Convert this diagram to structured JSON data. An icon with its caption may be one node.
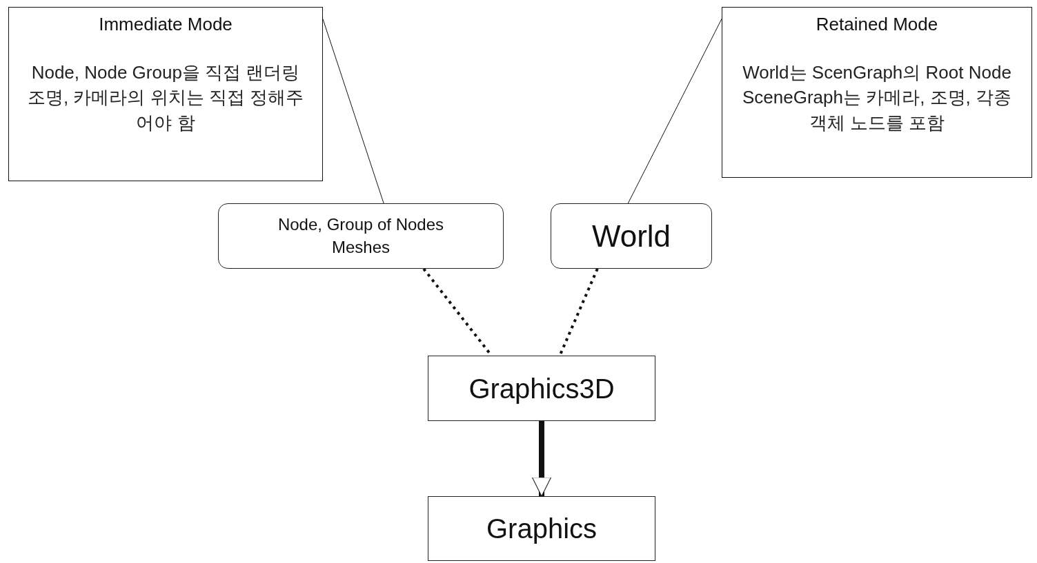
{
  "diagram": {
    "nodes": [
      {
        "text": [
          "Immediate Mode",
          "Node, Node Group을 직접 랜더링",
          "조명, 카메라의 위치는 직접 정해주어야 함"
        ]
      },
      {
        "text": [
          "Retained Mode",
          "World는 ScenGraph의 Root Node",
          "SceneGraph는 카메라, 조명, 각종 객체 노드를 포함"
        ]
      },
      {
        "text": [
          "Node, Group of Nodes Meshes"
        ]
      },
      {
        "text": [
          "World"
        ]
      },
      {
        "text": [
          "Graphics3D"
        ]
      },
      {
        "text": [
          "Graphics"
        ]
      }
    ],
    "edges": [
      {
        "from": 0,
        "to": 2,
        "arrow": "none"
      },
      {
        "from": 1,
        "to": 3,
        "arrow": "none"
      },
      {
        "from": 2,
        "to": 4,
        "arrow": "none",
        "style": "dashed"
      },
      {
        "from": 3,
        "to": 4,
        "arrow": "none",
        "style": "dashed"
      },
      {
        "from": 4,
        "to": 5,
        "arrow": "to",
        "style": "thick"
      }
    ]
  }
}
